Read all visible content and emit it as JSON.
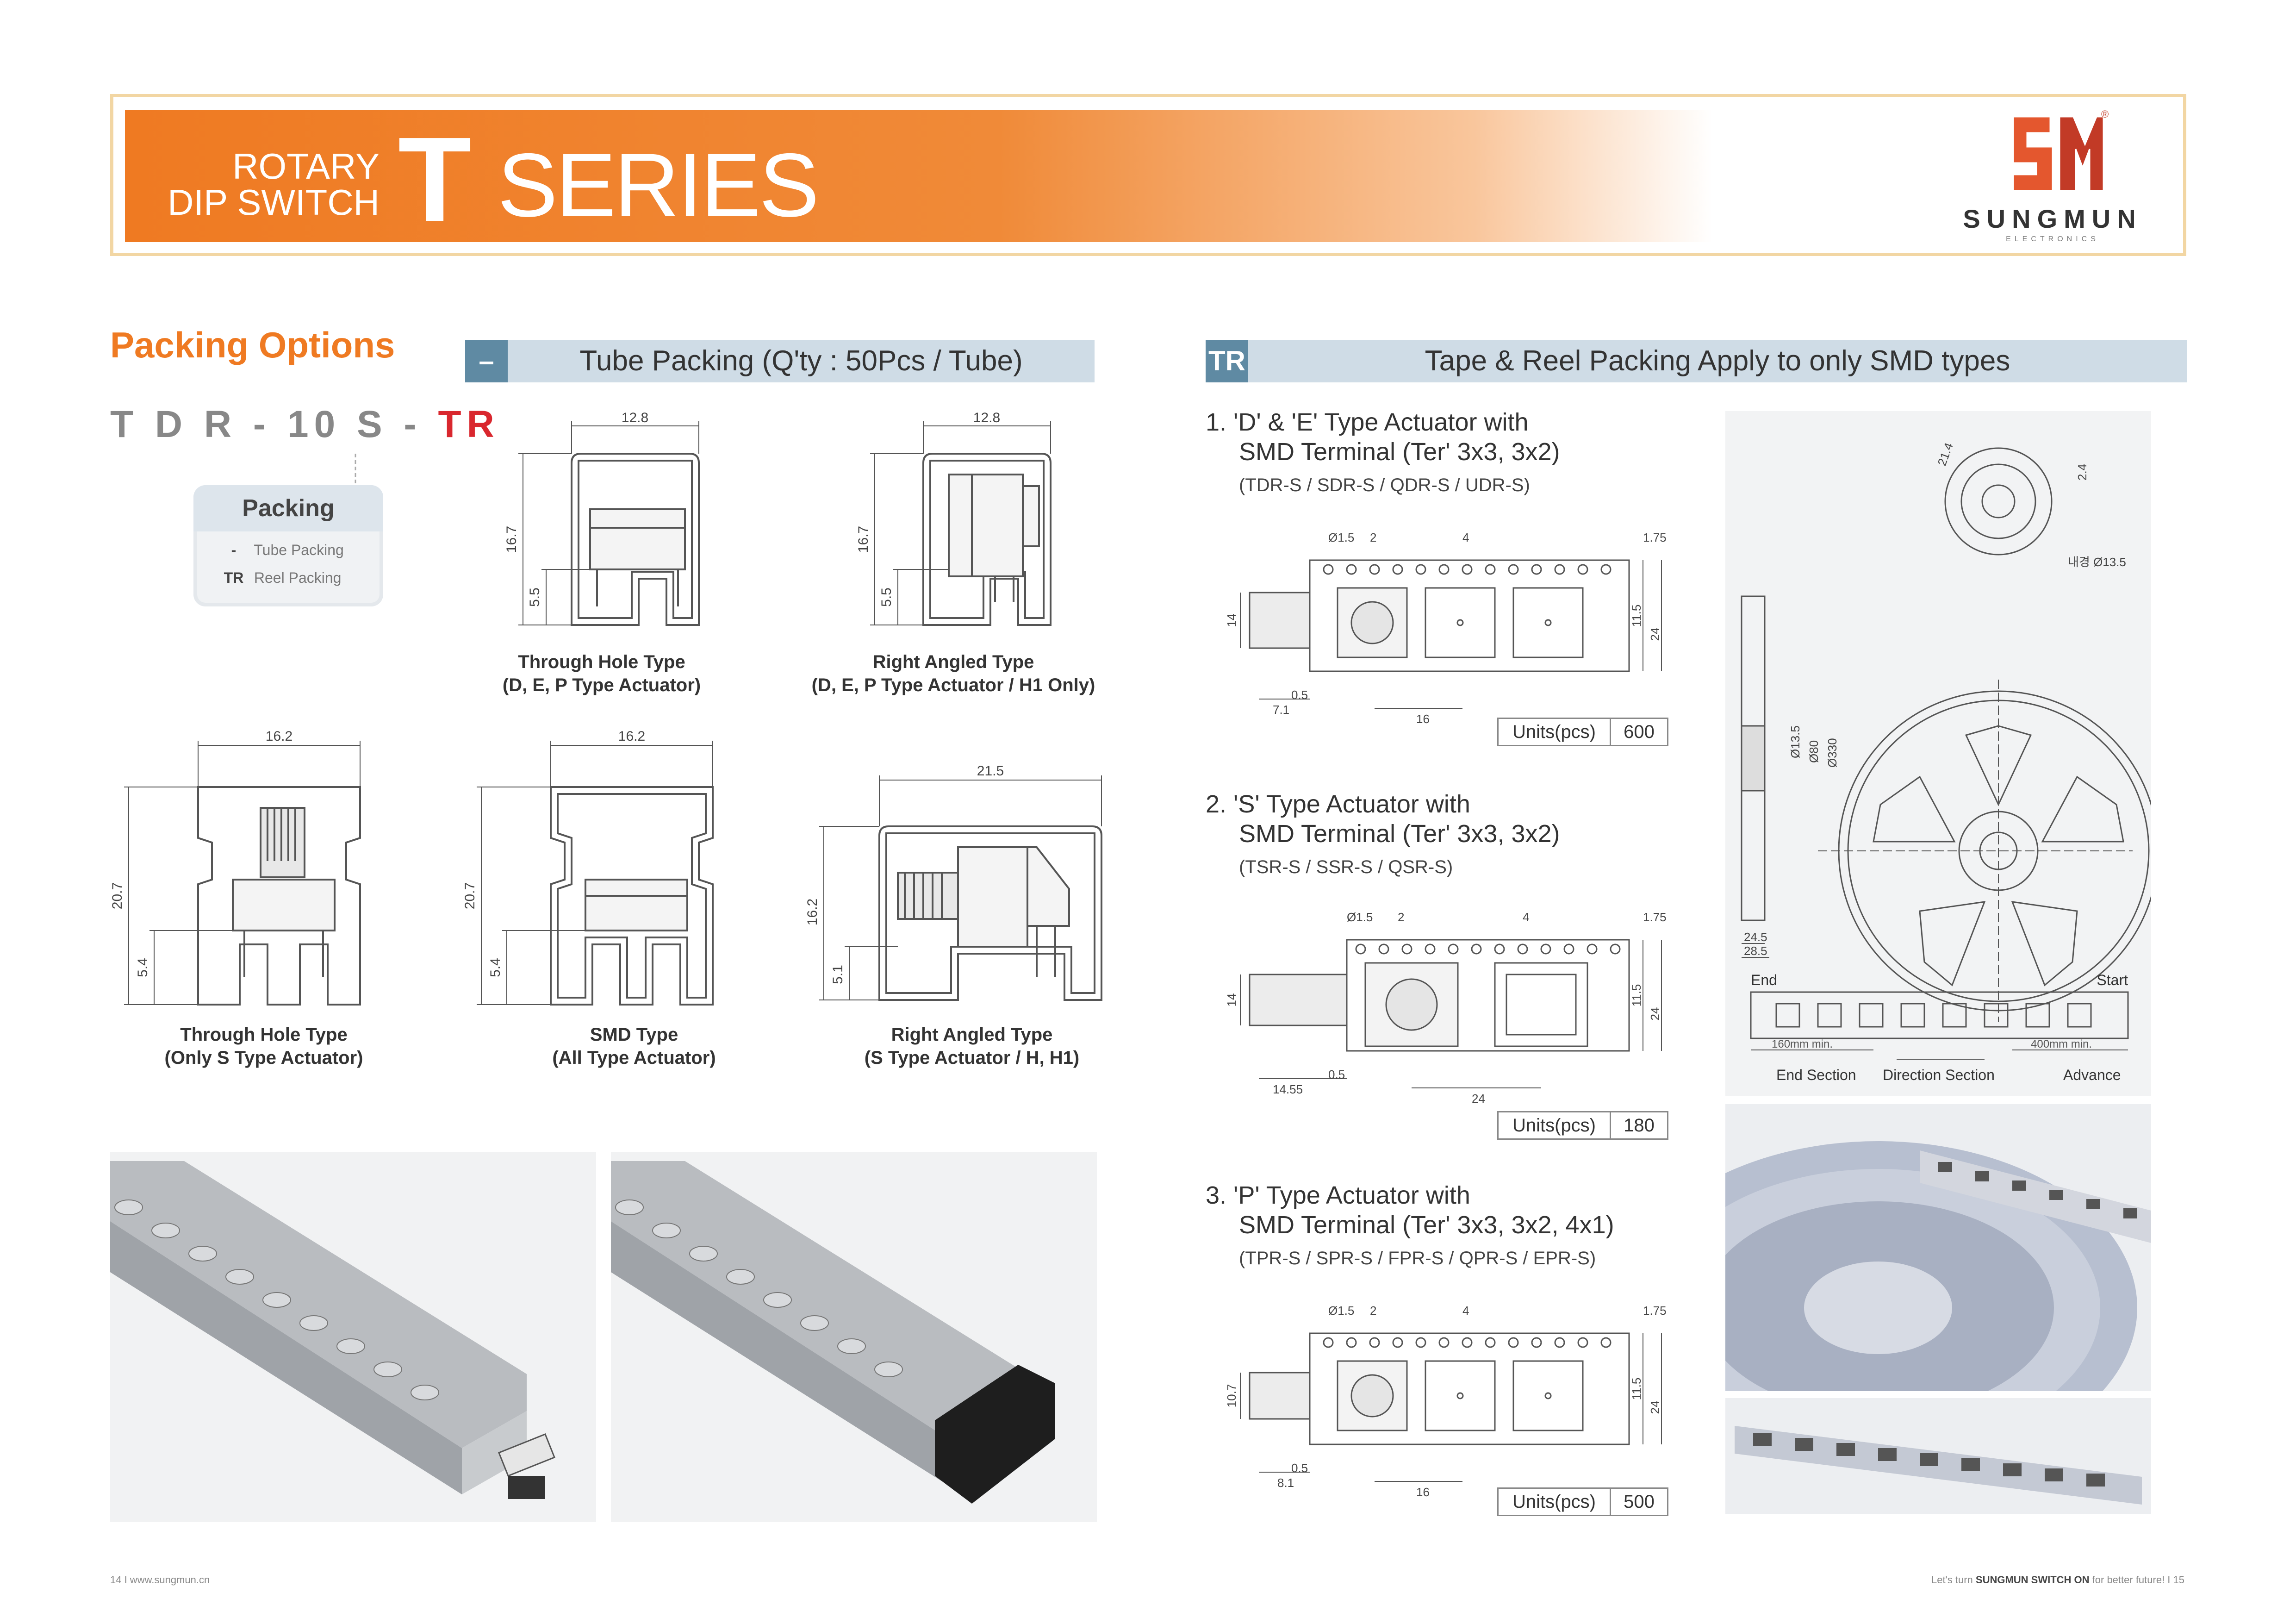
{
  "header": {
    "rotary_line1": "ROTARY",
    "rotary_line2": "DIP SWITCH",
    "series_letter": "T",
    "series_word": "SERIES",
    "brand": "SUNGMUN",
    "brand_sub": "ELECTRONICS",
    "registered": "®"
  },
  "packing": {
    "title": "Packing Options",
    "part_code_prefix": "T D R - 10 S -",
    "part_code_suffix": "TR",
    "box_title": "Packing",
    "rows": [
      {
        "key": "-",
        "label": "Tube Packing"
      },
      {
        "key": "TR",
        "label": "Reel Packing"
      }
    ]
  },
  "tube": {
    "tag": "–",
    "title": "Tube Packing (Q'ty : 50Pcs / Tube)",
    "diagrams": [
      {
        "w": "12.8",
        "h": "16.7",
        "h2": "5.5",
        "caption1": "Through Hole Type",
        "caption2": "(D, E, P Type Actuator)"
      },
      {
        "w": "12.8",
        "h": "16.7",
        "h2": "5.5",
        "caption1": "Right Angled Type",
        "caption2": "(D, E, P Type Actuator / H1 Only)"
      },
      {
        "w": "16.2",
        "h": "20.7",
        "h2": "5.4",
        "caption1": "Through Hole Type",
        "caption2": "(Only S Type Actuator)"
      },
      {
        "w": "16.2",
        "h": "20.7",
        "h2": "5.4",
        "caption1": "SMD Type",
        "caption2": "(All Type Actuator)"
      },
      {
        "w": "21.5",
        "h": "16.2",
        "h2": "5.1",
        "caption1": "Right Angled Type",
        "caption2": "(S Type Actuator / H, H1)"
      }
    ]
  },
  "reel": {
    "tag": "TR",
    "title": "Tape & Reel Packing Apply to only SMD types",
    "items": [
      {
        "title1": "1. 'D' & 'E' Type Actuator with",
        "title2": "SMD Terminal (Ter' 3x3, 3x2)",
        "sub": "(TDR-S / SDR-S / QDR-S / UDR-S)",
        "dims": {
          "hole": "Ø1.5",
          "p1": "2",
          "p2": "4",
          "t1": "1.75",
          "t2": "11.5",
          "t3": "24",
          "left_h": "14",
          "off": "7.1",
          "gap": "0.5",
          "pitch": "16"
        },
        "units_label": "Units(pcs)",
        "units": "600"
      },
      {
        "title1": "2. 'S' Type Actuator with",
        "title2": "SMD Terminal (Ter' 3x3, 3x2)",
        "sub": "(TSR-S / SSR-S / QSR-S)",
        "dims": {
          "hole": "Ø1.5",
          "p1": "2",
          "p2": "4",
          "t1": "1.75",
          "t2": "11.5",
          "t3": "24",
          "left_h": "14",
          "off": "14.55",
          "gap": "0.5",
          "pitch": "24"
        },
        "units_label": "Units(pcs)",
        "units": "180"
      },
      {
        "title1": "3. 'P' Type Actuator with",
        "title2": "SMD Terminal (Ter' 3x3, 3x2, 4x1)",
        "sub": "(TPR-S / SPR-S / FPR-S / QPR-S / EPR-S)",
        "dims": {
          "hole": "Ø1.5",
          "p1": "2",
          "p2": "4",
          "t1": "1.75",
          "t2": "11.5",
          "t3": "24",
          "left_h": "10.7",
          "off": "8.1",
          "gap": "0.5",
          "pitch": "16"
        },
        "units_label": "Units(pcs)",
        "units": "500"
      }
    ],
    "reel_dims": {
      "d1": "21.4",
      "d2": "2.4",
      "hub": "내경 Ø13.5",
      "r1": "Ø13.5",
      "r2": "Ø80",
      "r3": "Ø330",
      "w1": "24.5",
      "w2": "28.5"
    },
    "tape_strip": {
      "end": "End",
      "start": "Start",
      "min1": "160mm min.",
      "min2": "400mm min.",
      "sec1": "End Section",
      "sec2": "Direction Section",
      "sec3": "Advance"
    }
  },
  "footer": {
    "left": "14  I  www.sungmun.cn",
    "right_pre": "Let's turn ",
    "right_bold": "SUNGMUN SWITCH ON",
    "right_post": " for better future!  I  15"
  },
  "colors": {
    "orange": "#ef7a22",
    "red": "#d9272e",
    "steel": "#5f8aa3",
    "band": "#cfdce6"
  }
}
